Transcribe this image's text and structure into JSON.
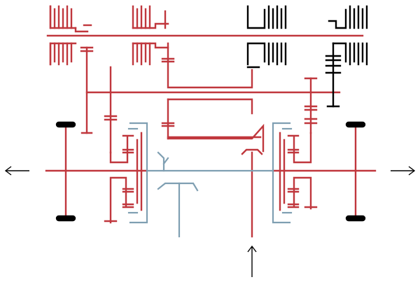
{
  "colors": {
    "background": "#ffffff",
    "red": "#c0373d",
    "black": "#000000",
    "blue": "#7f9fb2"
  },
  "diagram": {
    "type": "transmission-kinematic-schematic",
    "arrows": [
      {
        "name": "left-output-arrow",
        "direction": "left"
      },
      {
        "name": "right-output-arrow",
        "direction": "right"
      },
      {
        "name": "input-arrow",
        "direction": "up"
      }
    ]
  }
}
